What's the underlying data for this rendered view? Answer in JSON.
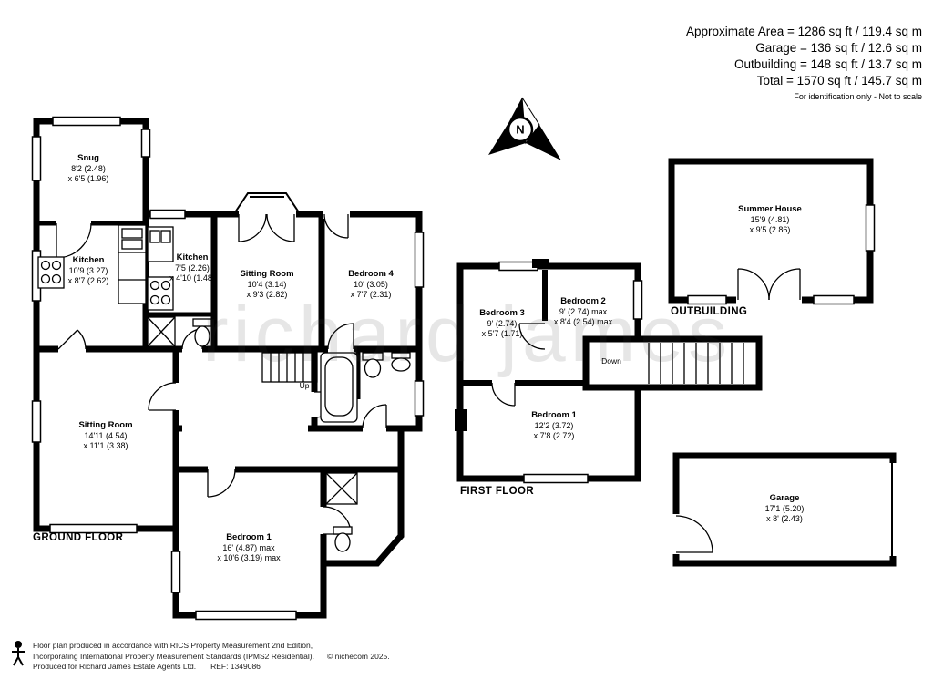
{
  "header": {
    "approximate_area": "Approximate Area = 1286 sq ft / 119.4 sq m",
    "garage": "Garage = 136 sq ft / 12.6 sq m",
    "outbuilding": "Outbuilding = 148 sq ft / 13.7 sq m",
    "total": "Total = 1570 sq ft / 145.7 sq m",
    "disclaimer": "For identification only - Not to scale"
  },
  "compass": {
    "north_label": "N"
  },
  "floor_labels": {
    "ground": "GROUND FLOOR",
    "first": "FIRST FLOOR",
    "outbuilding": "OUTBUILDING"
  },
  "rooms": {
    "snug": {
      "name": "Snug",
      "dim1": "8'2 (2.48)",
      "dim2": "x 6'5 (1.96)"
    },
    "kitchen_main": {
      "name": "Kitchen",
      "dim1": "10'9 (3.27)",
      "dim2": "x 8'7 (2.62)"
    },
    "kitchen_small": {
      "name": "Kitchen",
      "dim1": "7'5 (2.26)",
      "dim2": "x 4'10 (1.48)"
    },
    "sitting_room_mid": {
      "name": "Sitting Room",
      "dim1": "10'4 (3.14)",
      "dim2": "x 9'3 (2.82)"
    },
    "bedroom_4": {
      "name": "Bedroom 4",
      "dim1": "10' (3.05)",
      "dim2": "x 7'7 (2.31)"
    },
    "sitting_room_left": {
      "name": "Sitting Room",
      "dim1": "14'11 (4.54)",
      "dim2": "x 11'1 (3.38)"
    },
    "bedroom_1_ground": {
      "name": "Bedroom 1",
      "dim1": "16' (4.87) max",
      "dim2": "x 10'6 (3.19) max"
    },
    "bedroom_3": {
      "name": "Bedroom 3",
      "dim1": "9' (2.74)",
      "dim2": "x 5'7 (1.71)"
    },
    "bedroom_2": {
      "name": "Bedroom 2",
      "dim1": "9' (2.74) max",
      "dim2": "x 8'4 (2.54) max"
    },
    "bedroom_1_first": {
      "name": "Bedroom 1",
      "dim1": "12'2 (3.72)",
      "dim2": "x 7'8 (2.72)"
    },
    "summer_house": {
      "name": "Summer House",
      "dim1": "15'9 (4.81)",
      "dim2": "x 9'5 (2.86)"
    },
    "garage": {
      "name": "Garage",
      "dim1": "17'1 (5.20)",
      "dim2": "x 8' (2.43)"
    }
  },
  "stairs": {
    "up": "Up",
    "down": "Down"
  },
  "watermark": "richard james",
  "footer": {
    "line1": "Floor plan produced in accordance with RICS Property Measurement 2nd Edition,",
    "line2": "Incorporating International Property Measurement Standards (IPMS2 Residential).",
    "copyright": "© nichecom 2025.",
    "line3": "Produced for Richard James Estate Agents Ltd.",
    "ref": "REF: 1349086"
  }
}
